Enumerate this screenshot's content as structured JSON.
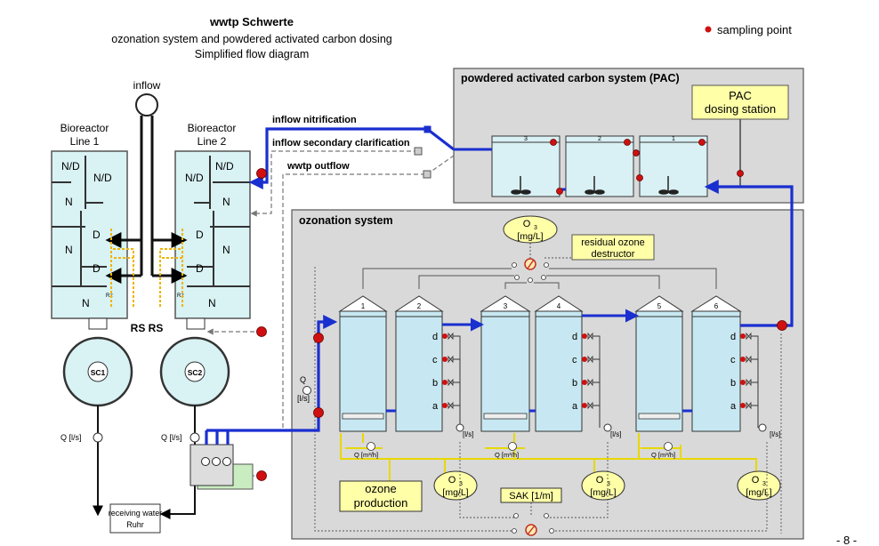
{
  "header": {
    "title": "wwtp Schwerte",
    "subtitle": "ozonation system and powdered activated carbon dosing",
    "subtitle2": "Simplified flow diagram"
  },
  "legend": {
    "label": "sampling point"
  },
  "left": {
    "inflow": "inflow",
    "bio1_l1": "Bioreactor",
    "bio1_l2": "Line 1",
    "bio2_l1": "Bioreactor",
    "bio2_l2": "Line  2",
    "nd": "N/D",
    "n": "N",
    "d": "D",
    "rs": "RS RS",
    "sc1": "SC1",
    "sc2": "SC2",
    "q_ls": "Q [l/s]",
    "receiving_l1": "receiving water",
    "receiving_l2": "Ruhr",
    "r2": "R2"
  },
  "flows": {
    "nitrification": "inflow nitrification",
    "secondary": "inflow secondary clarification",
    "outflow": "wwtp outflow"
  },
  "pac": {
    "title": "powdered activated carbon system (PAC)",
    "station_l1": "PAC",
    "station_l2": "dosing station",
    "tanks": [
      "3",
      "2",
      "1"
    ]
  },
  "ozone": {
    "title": "ozonation system",
    "o3": "O",
    "o3_sub": "3",
    "mgl": "[mg/L]",
    "destructor_l1": "residual ozone",
    "destructor_l2": "destructor",
    "columns": [
      "1",
      "2",
      "3",
      "4",
      "5",
      "6"
    ],
    "ports": [
      "d",
      "c",
      "b",
      "a"
    ],
    "production_l1": "ozone",
    "production_l2": "production",
    "sak": "SAK [1/m]",
    "q_ls": "Q",
    "q_ls2": "[l/s]",
    "q_ls_short": "[l/s]",
    "q_m3h": "Q [m³/h]"
  },
  "footer": {
    "page": "- 8 -"
  }
}
